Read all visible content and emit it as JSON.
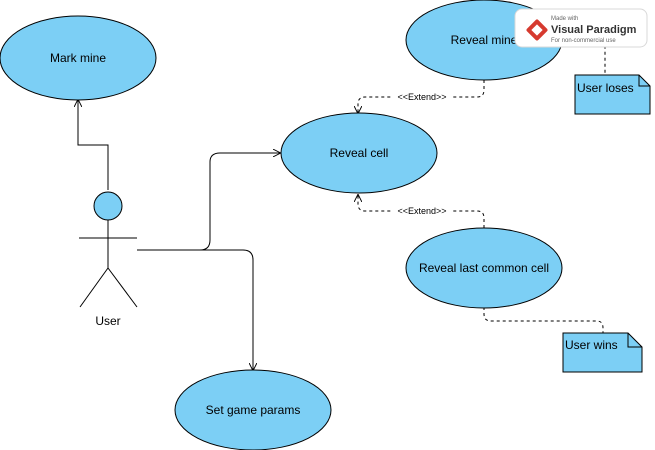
{
  "use_cases": {
    "mark_mine": "Mark mine",
    "reveal_mine": "Reveal mine",
    "reveal_cell": "Reveal cell",
    "reveal_last_common_cell": "Reveal last common cell",
    "set_game_params": "Set game params"
  },
  "actor": {
    "name": "User"
  },
  "relations": {
    "extend_top": "<<Extend>>",
    "extend_bottom": "<<Extend>>"
  },
  "notes": {
    "user_loses": "User loses",
    "user_wins": "User wins"
  },
  "watermark": {
    "made_with": "Made with",
    "brand": "Visual Paradigm",
    "license": "For non-commercial use"
  },
  "colors": {
    "use_case_fill": "#7ccff5",
    "stroke": "#000000",
    "note_fill": "#7ccff5"
  }
}
